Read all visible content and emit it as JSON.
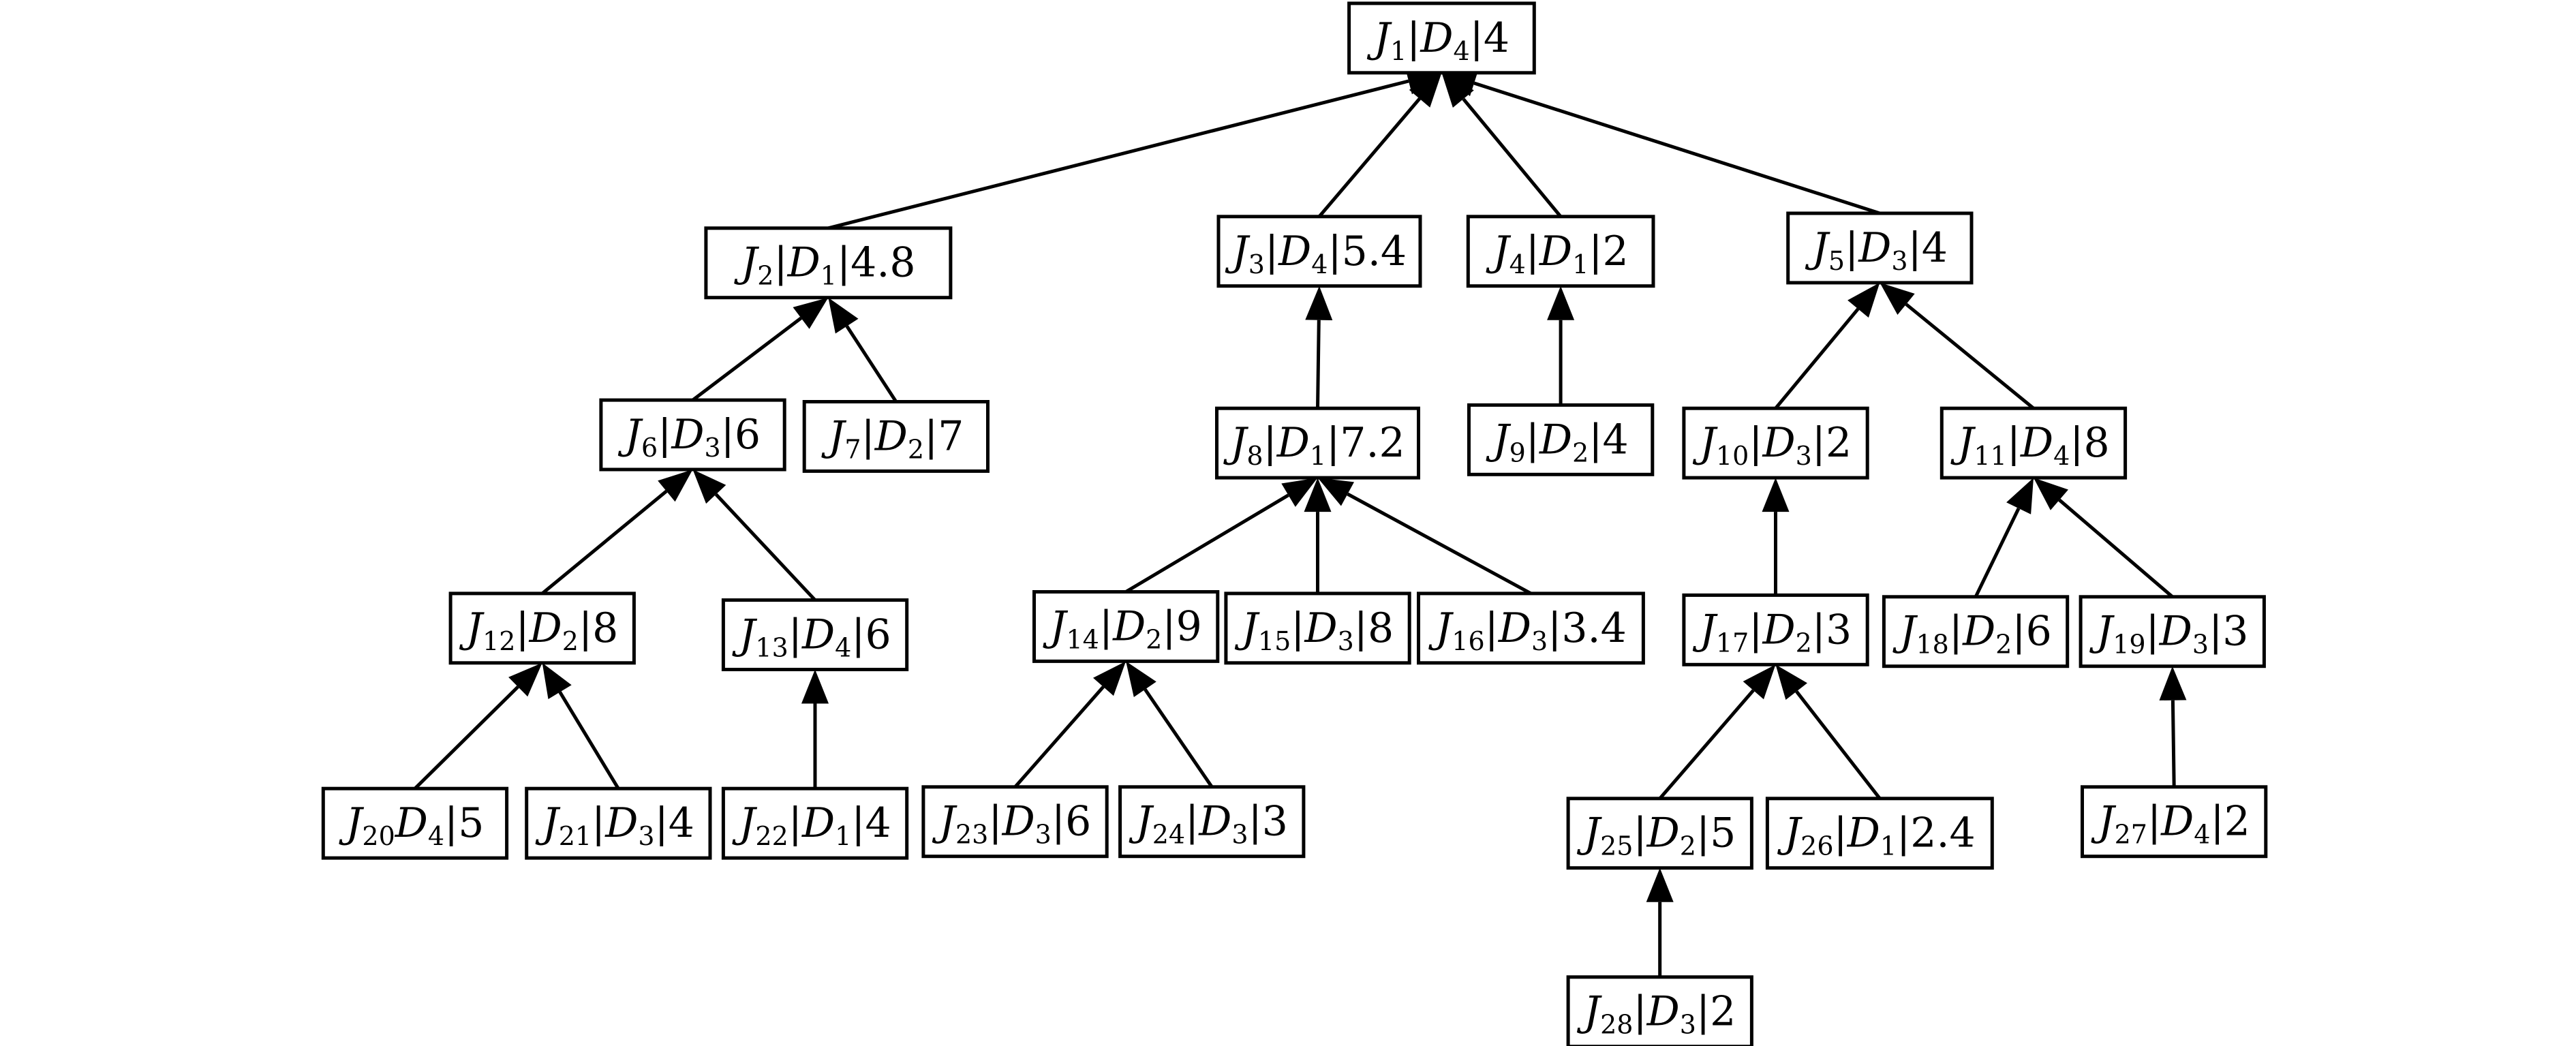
{
  "diagram": {
    "nodes": [
      {
        "id": "J1",
        "job": "J",
        "job_sub": "1",
        "dep": "D",
        "dep_sub": "4",
        "value": "4"
      },
      {
        "id": "J2",
        "job": "J",
        "job_sub": "2",
        "dep": "D",
        "dep_sub": "1",
        "value": "4.8"
      },
      {
        "id": "J3",
        "job": "J",
        "job_sub": "3",
        "dep": "D",
        "dep_sub": "4",
        "value": "5.4"
      },
      {
        "id": "J4",
        "job": "J",
        "job_sub": "4",
        "dep": "D",
        "dep_sub": "1",
        "value": "2"
      },
      {
        "id": "J5",
        "job": "J",
        "job_sub": "5",
        "dep": "D",
        "dep_sub": "3",
        "value": "4"
      },
      {
        "id": "J6",
        "job": "J",
        "job_sub": "6",
        "dep": "D",
        "dep_sub": "3",
        "value": "6"
      },
      {
        "id": "J7",
        "job": "J",
        "job_sub": "7",
        "dep": "D",
        "dep_sub": "2",
        "value": "7"
      },
      {
        "id": "J8",
        "job": "J",
        "job_sub": "8",
        "dep": "D",
        "dep_sub": "1",
        "value": "7.2"
      },
      {
        "id": "J9",
        "job": "J",
        "job_sub": "9",
        "dep": "D",
        "dep_sub": "2",
        "value": "4"
      },
      {
        "id": "J10",
        "job": "J",
        "job_sub": "10",
        "dep": "D",
        "dep_sub": "3",
        "value": "2"
      },
      {
        "id": "J11",
        "job": "J",
        "job_sub": "11",
        "dep": "D",
        "dep_sub": "4",
        "value": "8"
      },
      {
        "id": "J12",
        "job": "J",
        "job_sub": "12",
        "dep": "D",
        "dep_sub": "2",
        "value": "8"
      },
      {
        "id": "J13",
        "job": "J",
        "job_sub": "13",
        "dep": "D",
        "dep_sub": "4",
        "value": "6"
      },
      {
        "id": "J14",
        "job": "J",
        "job_sub": "14",
        "dep": "D",
        "dep_sub": "2",
        "value": "9"
      },
      {
        "id": "J15",
        "job": "J",
        "job_sub": "15",
        "dep": "D",
        "dep_sub": "3",
        "value": "8"
      },
      {
        "id": "J16",
        "job": "J",
        "job_sub": "16",
        "dep": "D",
        "dep_sub": "3",
        "value": "3.4"
      },
      {
        "id": "J17",
        "job": "J",
        "job_sub": "17",
        "dep": "D",
        "dep_sub": "2",
        "value": "3"
      },
      {
        "id": "J18",
        "job": "J",
        "job_sub": "18",
        "dep": "D",
        "dep_sub": "2",
        "value": "6"
      },
      {
        "id": "J19",
        "job": "J",
        "job_sub": "19",
        "dep": "D",
        "dep_sub": "3",
        "value": "3"
      },
      {
        "id": "J20",
        "job": "J",
        "job_sub": "20",
        "dep": "D",
        "dep_sub": "4",
        "value": "5",
        "no_bar": true
      },
      {
        "id": "J21",
        "job": "J",
        "job_sub": "21",
        "dep": "D",
        "dep_sub": "3",
        "value": "4"
      },
      {
        "id": "J22",
        "job": "J",
        "job_sub": "22",
        "dep": "D",
        "dep_sub": "1",
        "value": "4"
      },
      {
        "id": "J23",
        "job": "J",
        "job_sub": "23",
        "dep": "D",
        "dep_sub": "3",
        "value": "6"
      },
      {
        "id": "J24",
        "job": "J",
        "job_sub": "24",
        "dep": "D",
        "dep_sub": "3",
        "value": "3"
      },
      {
        "id": "J25",
        "job": "J",
        "job_sub": "25",
        "dep": "D",
        "dep_sub": "2",
        "value": "5"
      },
      {
        "id": "J26",
        "job": "J",
        "job_sub": "26",
        "dep": "D",
        "dep_sub": "1",
        "value": "2.4"
      },
      {
        "id": "J27",
        "job": "J",
        "job_sub": "27",
        "dep": "D",
        "dep_sub": "4",
        "value": "2"
      },
      {
        "id": "J28",
        "job": "J",
        "job_sub": "28",
        "dep": "D",
        "dep_sub": "3",
        "value": "2"
      }
    ],
    "edges": [
      {
        "from": "J2",
        "to": "J1"
      },
      {
        "from": "J3",
        "to": "J1"
      },
      {
        "from": "J4",
        "to": "J1"
      },
      {
        "from": "J5",
        "to": "J1"
      },
      {
        "from": "J6",
        "to": "J2"
      },
      {
        "from": "J7",
        "to": "J2"
      },
      {
        "from": "J8",
        "to": "J3"
      },
      {
        "from": "J9",
        "to": "J4"
      },
      {
        "from": "J10",
        "to": "J5"
      },
      {
        "from": "J11",
        "to": "J5"
      },
      {
        "from": "J12",
        "to": "J6"
      },
      {
        "from": "J13",
        "to": "J6"
      },
      {
        "from": "J14",
        "to": "J8"
      },
      {
        "from": "J15",
        "to": "J8"
      },
      {
        "from": "J16",
        "to": "J8"
      },
      {
        "from": "J17",
        "to": "J10"
      },
      {
        "from": "J18",
        "to": "J11"
      },
      {
        "from": "J19",
        "to": "J11"
      },
      {
        "from": "J20",
        "to": "J12"
      },
      {
        "from": "J21",
        "to": "J12"
      },
      {
        "from": "J22",
        "to": "J13"
      },
      {
        "from": "J23",
        "to": "J14"
      },
      {
        "from": "J24",
        "to": "J14"
      },
      {
        "from": "J25",
        "to": "J17"
      },
      {
        "from": "J26",
        "to": "J17"
      },
      {
        "from": "J27",
        "to": "J19"
      },
      {
        "from": "J28",
        "to": "J25"
      }
    ]
  }
}
